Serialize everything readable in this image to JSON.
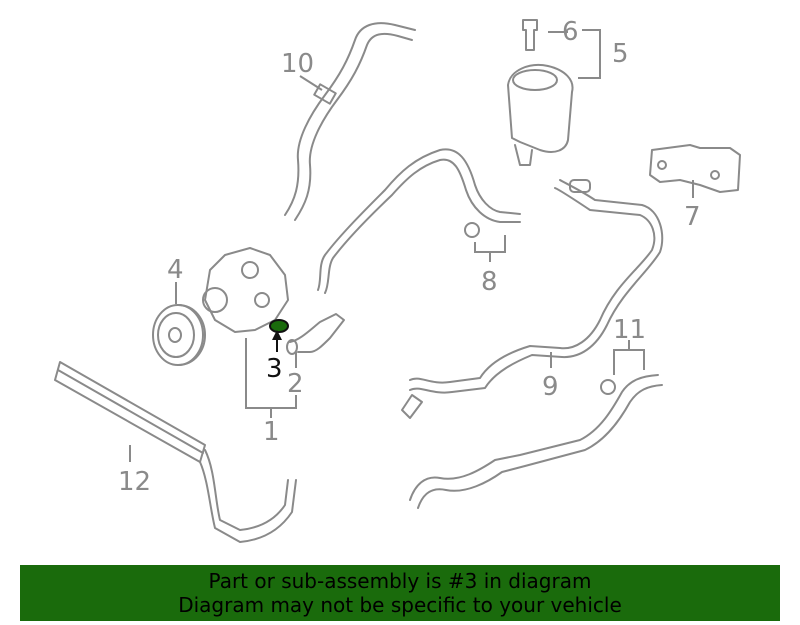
{
  "labels": {
    "l1": "1",
    "l2": "2",
    "l3": "3",
    "l4": "4",
    "l5": "5",
    "l6": "6",
    "l7": "7",
    "l8": "8",
    "l9": "9",
    "l10": "10",
    "l11": "11",
    "l12": "12"
  },
  "highlight_color": "#1a6b0c",
  "banner": {
    "line1": "Part or sub-assembly is #3 in diagram",
    "line2": "Diagram may not be specific to your vehicle"
  }
}
